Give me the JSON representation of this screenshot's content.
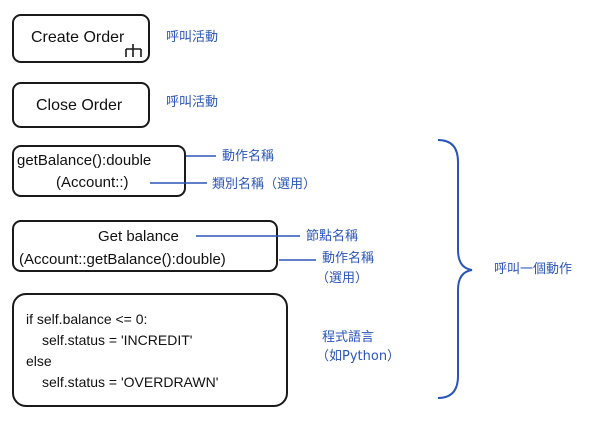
{
  "nodes": {
    "create_order": "Create Order",
    "close_order": "Close Order",
    "get_balance_line1": "getBalance():double",
    "get_balance_line2": "(Account::)",
    "get_balance_node_line1": "Get balance",
    "get_balance_node_line2": "(Account::getBalance():double)",
    "code_line1": "if self.balance <= 0:",
    "code_line2": "self.status = 'INCREDIT'",
    "code_line3": "else",
    "code_line4": "self.status = 'OVERDRAWN'"
  },
  "annotations": {
    "call_activity_1": "呼叫活動",
    "call_activity_2": "呼叫活動",
    "action_name_1": "動作名稱",
    "class_name_optional": "類別名稱（選用）",
    "node_name": "節點名稱",
    "action_name_2": "動作名稱",
    "optional": "（選用）",
    "programming_language": "程式語言",
    "python_example": "（如Python）",
    "call_an_action": "呼叫一個動作"
  },
  "colors": {
    "annotation": "#2a55b8",
    "outline": "#1a1a1a"
  }
}
